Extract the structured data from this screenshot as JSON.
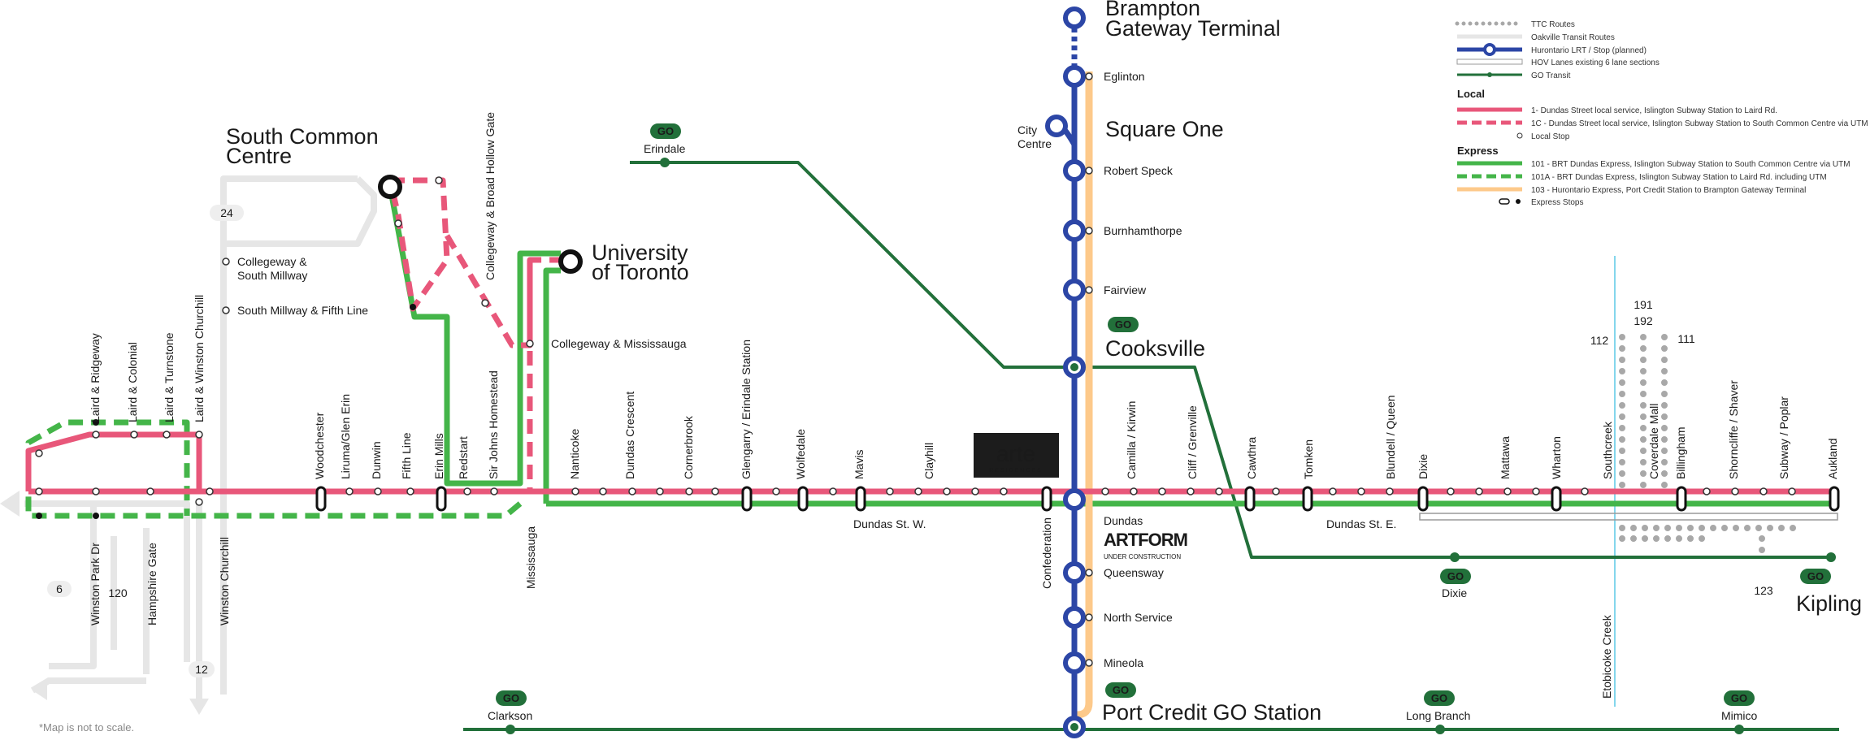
{
  "major_stations": {
    "brampton_l1": "Brampton",
    "brampton_l2": "Gateway Terminal",
    "square_one": "Square One",
    "cooksville": "Cooksville",
    "port_credit": "Port Credit GO Station",
    "south_common_l1": "South Common",
    "south_common_l2": "Centre",
    "uoft_l1": "University",
    "uoft_l2": "of Toronto",
    "kipling": "Kipling"
  },
  "hurontario_stops": {
    "eglinton": "Eglinton",
    "city_centre_l1": "City",
    "city_centre_l2": "Centre",
    "robert_speck": "Robert Speck",
    "burnhamthorpe": "Burnhamthorpe",
    "fairview": "Fairview",
    "dundas": "Dundas",
    "queensway": "Queensway",
    "north_service": "North Service",
    "mineola": "Mineola"
  },
  "go_stations": {
    "erindale": "Erindale",
    "clarkson": "Clarkson",
    "long_branch": "Long Branch",
    "mimico": "Mimico",
    "dixie": "Dixie"
  },
  "dundas_stops": [
    "Woodchester",
    "Liruma/Glen Erin",
    "Dunwin",
    "Fifth Line",
    "Erin Mills",
    "Redstart",
    "Sir Johns Homestead",
    "Nanticoke",
    "Dundas Crescent",
    "Cornerbrook",
    "Glengarry / Erindale Station",
    "Wolfedale",
    "Mavis",
    "Clayhill",
    "Camilla / Kirwin",
    "Cliff / Grenville",
    "Cawthra",
    "Tomken",
    "Blundell / Queen",
    "Dixie",
    "Mattawa",
    "Wharton",
    "Southcreek",
    "Coverdale Mall",
    "Billingham",
    "Shorncliffe / Shaver",
    "Subway / Poplar",
    "Aukland"
  ],
  "west_stops": [
    "Laird & Ridgeway",
    "Laird & Colonial",
    "Laird & Turnstone",
    "Laird & Winston Churchill"
  ],
  "vertical_streets": {
    "winston_park": "Winston Park Dr",
    "hampshire": "Hampshire Gate",
    "winston_churchill": "Winston Churchill",
    "mississauga": "Mississauga",
    "confederation": "Confederation",
    "collegeway_broad": "Collegeway & Broad Hollow Gate"
  },
  "side_stops": {
    "collegeway_southmillway_l1": "Collegeway &",
    "collegeway_southmillway_l2": "South Millway",
    "southmillway_fifth": "South Millway & Fifth Line",
    "collegeway_mississauga": "Collegeway & Mississauga"
  },
  "roads": {
    "dundas_w": "Dundas St. W.",
    "dundas_e": "Dundas St. E.",
    "etobicoke": "Etobicoke Creek"
  },
  "route_numbers": {
    "r24": "24",
    "r6": "6",
    "r120": "120",
    "r12": "12",
    "r191": "191",
    "r192": "192",
    "r112": "112",
    "r111": "111",
    "r123": "123"
  },
  "logos": {
    "arte_word": "arte",
    "arte_sub": "RESIDENCES",
    "artform_word": "ARTFORM",
    "artform_sub": "UNDER CONSTRUCTION",
    "go": "GO"
  },
  "legend": {
    "ttc": "TTC Routes",
    "oakville": "Oakville Transit Routes",
    "lrt": "Hurontario LRT / Stop (planned)",
    "hov": "HOV Lanes existing 6 lane sections",
    "go": "GO Transit",
    "local_title": "Local",
    "r1": "1- Dundas Street local service, Islington Subway Station to Laird Rd.",
    "r1c": "1C - Dundas Street local service, Islington Subway Station to South Common Centre via UTM",
    "local_stop": "Local Stop",
    "express_title": "Express",
    "r101": "101 - BRT Dundas Express, Islington Subway Station to South Common Centre via UTM",
    "r101a": "101A - BRT Dundas Express, Islington Subway Station to Laird Rd. including UTM",
    "r103": "103 - Hurontario Express, Port Credit Station to Brampton Gateway Terminal",
    "express_stops": "Express Stops"
  },
  "footnote": "*Map is not to scale.",
  "colors": {
    "local": "#e8577a",
    "express": "#44b549",
    "go": "#22703a",
    "lrt": "#2c46a6",
    "hurontario_express": "#fdc98a",
    "ttc": "#a8a8a8",
    "oakville": "#e8e8e8",
    "creek": "#5bc8e6"
  }
}
